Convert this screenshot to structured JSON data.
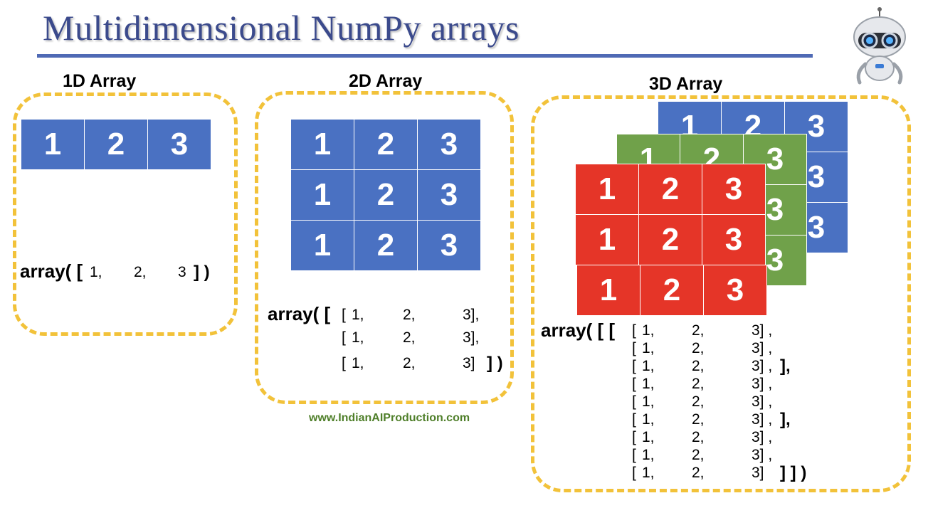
{
  "title": "Multidimensional NumPy arrays",
  "footer": "www.IndianAIProduction.com",
  "arrays": {
    "one_d": {
      "heading": "1D Array",
      "values": [
        "1",
        "2",
        "3"
      ],
      "code_prefix": "array( [",
      "code_values": [
        "1,",
        "2,",
        "3"
      ],
      "code_suffix": "] )"
    },
    "two_d": {
      "heading": "2D Array",
      "rows": [
        [
          "1",
          "2",
          "3"
        ],
        [
          "1",
          "2",
          "3"
        ],
        [
          "1",
          "2",
          "3"
        ]
      ],
      "code_prefix": "array( [",
      "code_rows": [
        {
          "open": "[",
          "a": "1,",
          "b": "2,",
          "c": "3],"
        },
        {
          "open": "[",
          "a": "1,",
          "b": "2,",
          "c": "3],"
        },
        {
          "open": "[",
          "a": "1,",
          "b": "2,",
          "c": "3]"
        }
      ],
      "code_suffix": "] )"
    },
    "three_d": {
      "heading": "3D Array",
      "layer_colors": [
        "#4a71c2",
        "#70a14a",
        "#e53528"
      ],
      "front_rows": [
        [
          "1",
          "2",
          "3"
        ],
        [
          "1",
          "2",
          "3"
        ],
        [
          "1",
          "2",
          "3"
        ]
      ],
      "code_prefix": "array( [ [",
      "code_rows": [
        {
          "open": "[",
          "a": "1,",
          "b": "2,",
          "c": "3] ,",
          "tail": ""
        },
        {
          "open": "[",
          "a": "1,",
          "b": "2,",
          "c": "3] ,",
          "tail": ""
        },
        {
          "open": "[",
          "a": "1,",
          "b": "2,",
          "c": "3] ,",
          "tail": "],"
        },
        {
          "open": "[",
          "a": "1,",
          "b": "2,",
          "c": "3] ,",
          "tail": ""
        },
        {
          "open": "[",
          "a": "1,",
          "b": "2,",
          "c": "3] ,",
          "tail": ""
        },
        {
          "open": "[",
          "a": "1,",
          "b": "2,",
          "c": "3] ,",
          "tail": "],"
        },
        {
          "open": "[",
          "a": "1,",
          "b": "2,",
          "c": "3] ,",
          "tail": ""
        },
        {
          "open": "[",
          "a": "1,",
          "b": "2,",
          "c": "3] ,",
          "tail": ""
        },
        {
          "open": "[",
          "a": "1,",
          "b": "2,",
          "c": "3]",
          "tail": "] ] )"
        }
      ]
    }
  },
  "icons": {
    "robot": "robot-icon"
  }
}
